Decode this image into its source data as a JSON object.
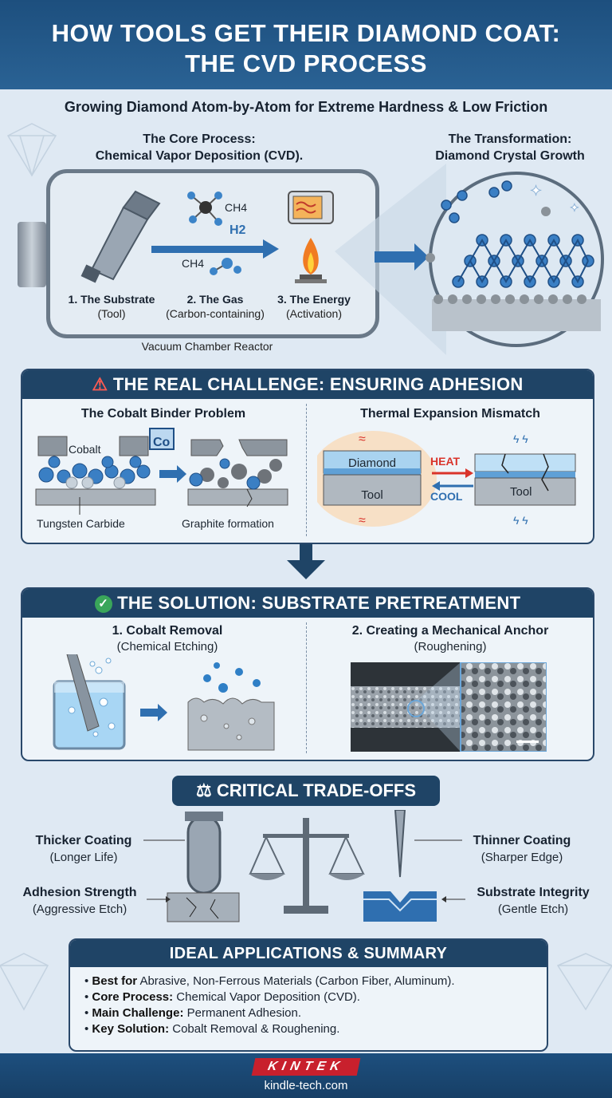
{
  "header": {
    "title_line1": "HOW TOOLS GET THEIR DIAMOND COAT:",
    "title_line2": "THE CVD PROCESS"
  },
  "subtitle": "Growing Diamond Atom-by-Atom for Extreme Hardness & Low Friction",
  "core": {
    "heading_line1": "The Core Process:",
    "heading_line2": "Chemical Vapor Deposition (CVD).",
    "gas_labels": [
      "CH4",
      "H2",
      "CH4"
    ],
    "steps": [
      {
        "label": "1. The Substrate",
        "sub": "(Tool)"
      },
      {
        "label": "2. The Gas",
        "sub": "(Carbon-containing)"
      },
      {
        "label": "3. The Energy",
        "sub": "(Activation)"
      }
    ],
    "reactor_label": "Vacuum Chamber Reactor"
  },
  "transformation": {
    "heading_line1": "The Transformation:",
    "heading_line2": "Diamond Crystal Growth"
  },
  "challenge": {
    "title": "THE REAL CHALLENGE: ENSURING ADHESION",
    "left_heading": "The Cobalt Binder Problem",
    "cobalt_label": "Cobalt",
    "co_badge": "Co",
    "tungsten_label": "Tungsten Carbide",
    "graphite_label": "Graphite formation",
    "right_heading": "Thermal Expansion Mismatch",
    "diamond_label": "Diamond",
    "tool_label": "Tool",
    "heat_label": "HEAT",
    "cool_label": "COOL",
    "tool_label_2": "Tool"
  },
  "solution": {
    "title": "THE SOLUTION: SUBSTRATE PRETREATMENT",
    "left_heading": "1. Cobalt Removal",
    "left_sub": "(Chemical Etching)",
    "right_heading": "2. Creating a Mechanical Anchor",
    "right_sub": "(Roughening)"
  },
  "tradeoffs": {
    "title": "CRITICAL TRADE-OFFS",
    "items": [
      {
        "label": "Thicker Coating",
        "sub": "(Longer Life)"
      },
      {
        "label": "Adhesion Strength",
        "sub": "(Aggressive Etch)"
      },
      {
        "label": "Thinner Coating",
        "sub": "(Sharper Edge)"
      },
      {
        "label": "Substrate Integrity",
        "sub": "(Gentle Etch)"
      }
    ]
  },
  "summary": {
    "title": "IDEAL APPLICATIONS & SUMMARY",
    "bullets": [
      {
        "key": "Best for",
        "text": " Abrasive, Non-Ferrous Materials (Carbon Fiber, Aluminum)."
      },
      {
        "key": "Core Process:",
        "text": " Chemical Vapor Deposition (CVD)."
      },
      {
        "key": "Main Challenge:",
        "text": " Permanent Adhesion."
      },
      {
        "key": "Key Solution:",
        "text": " Cobalt Removal & Roughening."
      }
    ]
  },
  "footer": {
    "brand": "KINTEK",
    "url": "kindle-tech.com"
  },
  "colors": {
    "navy": "#1f4466",
    "accent_blue": "#2f6fb0",
    "heat_red": "#d9342b",
    "cool_blue": "#2f6fb0",
    "check_green": "#3aa65a",
    "warning_red": "#d8322c",
    "brand_red": "#c8202d"
  }
}
